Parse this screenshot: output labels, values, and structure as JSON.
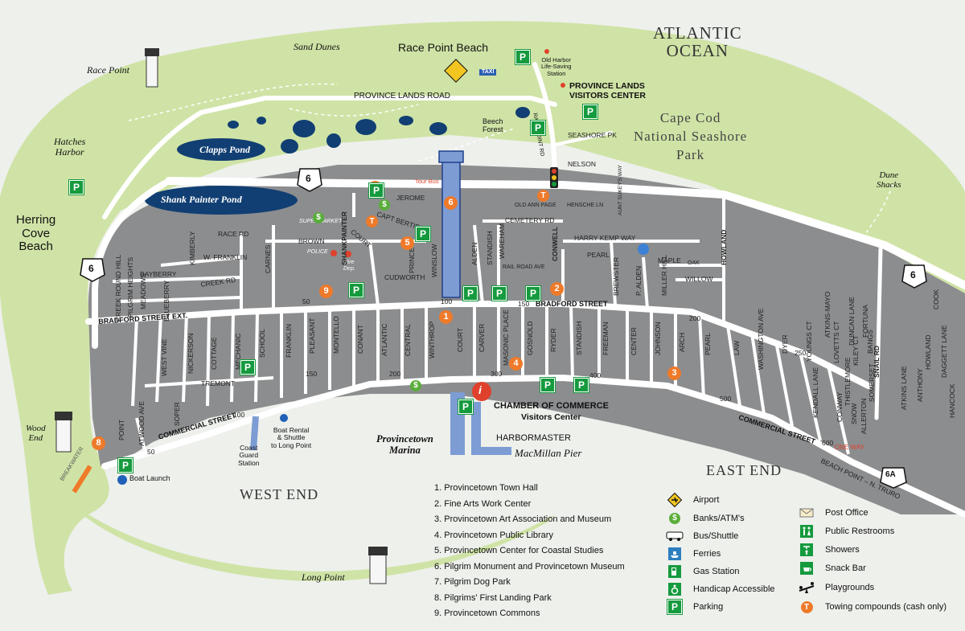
{
  "water": {
    "ocean": "ATLANTIC\nOCEAN",
    "park": "Cape Cod\nNational Seashore\nPark"
  },
  "places": {
    "sand_dunes": "Sand Dunes",
    "race_point": "Race Point",
    "race_point_beach": "Race Point Beach",
    "hatches_harbor": "Hatches\nHarbor",
    "herring_cove": "Herring\nCove\nBeach",
    "clapps_pond": "Clapps Pond",
    "shank_painter_pond": "Shank Painter Pond",
    "dune_shacks": "Dune\nShacks",
    "wood_end": "Wood\nEnd",
    "long_point": "Long Point",
    "west_end": "WEST END",
    "east_end": "EAST END",
    "marina": "Provincetown\nMarina",
    "pier": "MacMillan Pier",
    "beech_forest": "Beech\nForest",
    "old_harbor": "Old Harbor\nLife-Saving\nStation",
    "visitors_center_lands": "PROVINCE LANDS\nVISITORS CENTER",
    "chamber": "CHAMBER OF COMMERCE",
    "chamber_sub": "Visitors Center",
    "harbormaster": "HARBORMASTER",
    "coast_guard": "Coast\nGuard\nStation",
    "boat_rental": "Boat Rental\n& Shuttle\nto Long Point",
    "boat_launch": "Boat Launch",
    "supermarket": "SUPERMARKET",
    "police": "POLICE",
    "fire": "Fire\nDep.",
    "breakwater": "BREAKWATER",
    "tour_bus": "Tour Bus",
    "taxi": "TAXI",
    "one_way": "ONE WAY",
    "beach_point": "BEACH POINT – N. TRURO"
  },
  "routes": {
    "r6": "6",
    "r6a": "6A"
  },
  "roads": {
    "province_lands": "PROVINCE LANDS ROAD",
    "bradford": "BRADFORD STREET",
    "bradford_ext": "BRADFORD STREET EXT.",
    "commercial": "COMMERCIAL STREET",
    "commercial_east": "COMMERCIAL STREET",
    "race_point_rd": "RACE POINT RD",
    "shankpainter": "SHANKPAINTER",
    "conwell": "CONWELL",
    "howland": "HOWLAND",
    "snail": "SNAIL RD"
  },
  "streets": {
    "seashore_pk": "SEASHORE PK",
    "nelson": "NELSON",
    "jerome": "JEROME",
    "capt_bertie": "CAPT BERTIE",
    "court": "COURT",
    "old_ann_page": "OLD ANN PAGE",
    "hensche": "HENSCHE LN",
    "cemetery": "CEMETERY RD",
    "harry_kemp": "HARRY KEMP WAY",
    "pearl_n": "PEARL",
    "railroad": "RAIL ROAD AVE",
    "maple": "MAPLE",
    "oak": "OAK",
    "willow": "WILLOW",
    "race_rd": "RACE RD",
    "brown": "BROWN",
    "w_franklin": "W. FRANKLIN",
    "bayberry": "BAYBERRY",
    "creek_rd": "CREEK RD",
    "cudworth": "CUDWORTH",
    "tremont": "TREMONT",
    "creek_round_hill": "CREEK ROUND HILL",
    "pilgrim_heights": "PILGRIM HEIGHTS",
    "meadows": "MEADOWS",
    "blueberry": "BLUEBERRY",
    "kimberly": "KIMBERLY",
    "west_vine": "WEST VINE",
    "nickerson": "NICKERSON",
    "cottage": "COTTAGE",
    "mechanic": "MECHANIC",
    "school": "SCHOOL",
    "franklin": "FRANKLIN",
    "pleasant": "PLEASANT",
    "montello": "MONTELLO",
    "conant": "CONANT",
    "atlantic": "ATLANTIC",
    "central": "CENTRAL",
    "winthrop": "WINTHROP",
    "court_s": "COURT",
    "carver": "CARVER",
    "masonic": "MASONIC PLACE",
    "gosnold": "GOSNOLD",
    "ryder": "RYDER",
    "standish": "STANDISH",
    "freeman": "FREEMAN",
    "center": "CENTER",
    "johnson": "JOHNSON",
    "arch": "ARCH",
    "pearl": "PEARL",
    "law": "LAW",
    "washington": "WASHINGTON AVE",
    "dyer": "DYER",
    "youngs": "YOUNGS CT",
    "lovetts": "LOVETTS CT",
    "kiley": "KILEY CT",
    "bangs": "BANGS",
    "cook": "COOK",
    "howland_s": "HOWLAND",
    "daggett": "DAGGETT LANE",
    "anthony": "ANTHONY",
    "atkins_lane": "ATKINS LANE",
    "hancock": "HANCOCK",
    "kendall": "KENDALL LANE",
    "conway": "CONWAY",
    "snow": "SNOW",
    "allerton": "ALLERTON",
    "atkins_mayo": "ATKINS-MAYO",
    "duncan": "DUNCAN LANE",
    "fortuna": "FORTUNA",
    "somerset": "SOMERSET",
    "thistlemore": "THISTLEMORE",
    "brewster": "BREWSTER",
    "p_alden": "P. ALDEN",
    "miller_hill": "MILLER HILL",
    "alden": "ALDEN",
    "standish_n": "STANDISH",
    "wareham": "WAREHAM",
    "prince": "PRINCE",
    "winslow": "WINSLOW",
    "carnes": "CARNES",
    "atwood": "ATWOOD AVE",
    "soper": "SOPER",
    "point": "POINT",
    "aunt_sukeys": "AUNT SUKEY'S WAY"
  },
  "block_numbers": [
    "50",
    "100",
    "150",
    "200",
    "250",
    "50",
    "100",
    "150",
    "200",
    "300",
    "400",
    "500",
    "600"
  ],
  "attractions": [
    "1.  Provincetown Town Hall",
    "2.  Fine Arts Work Center",
    "3.  Provincetown Art Association and Museum",
    "4.  Provincetown Public Library",
    "5.  Provincetown Center for Coastal Studies",
    "6.  Pilgrim Monument and Provincetown Museum",
    "7.  Pilgrim Dog Park",
    "8.  Pilgrims' First Landing Park",
    "9.  Provincetown Commons"
  ],
  "numbers": [
    "1",
    "2",
    "3",
    "4",
    "5",
    "6",
    "7",
    "8",
    "9"
  ],
  "legend_left": [
    "Airport",
    "Banks/ATM's",
    "Bus/Shuttle",
    "Ferries",
    "Gas Station",
    "Handicap Accessible",
    "Parking"
  ],
  "legend_right": [
    "Post Office",
    "Public Restrooms",
    "Showers",
    "Snack Bar",
    "Playgrounds",
    "Towing compounds (cash only)"
  ],
  "symbols": {
    "parking": "P",
    "bank": "$",
    "towing": "T",
    "info": "i"
  },
  "colors": {
    "dune": "#cfe3a6",
    "town": "#8c8d8f",
    "road": "#ffffff",
    "pond": "#113f73",
    "sea": "#eef0ec",
    "sign_green": "#159a3e",
    "accent_orange": "#ee7a2a",
    "info_red": "#e0412c",
    "pier_blue": "#7d9cd4"
  }
}
